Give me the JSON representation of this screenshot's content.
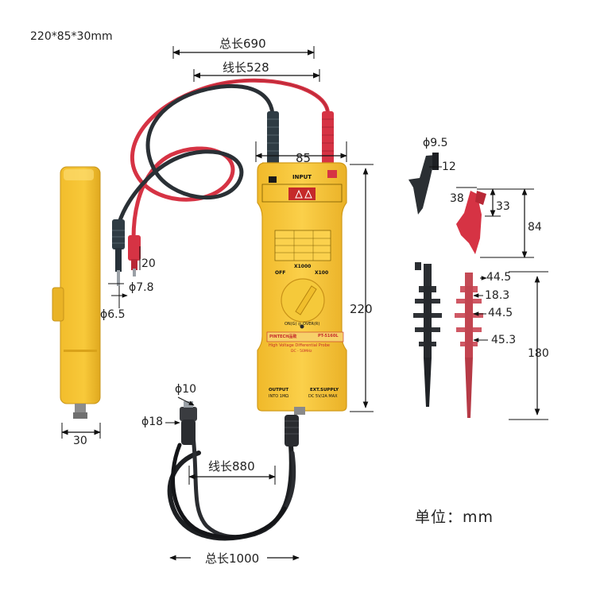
{
  "overall_size": "220*85*30mm",
  "unit_label": "单位：mm",
  "dimensions": {
    "total_length_top": "总长690",
    "lead_length": "线长528",
    "width_85": "85",
    "height_220": "220",
    "lead_tip_20": "20",
    "lead_phi_7_8": "ϕ7.8",
    "lead_phi_6_5": "ϕ6.5",
    "side_thickness_30": "30",
    "bnc_phi_10": "ϕ10",
    "bnc_phi_18": "ϕ18",
    "cable_length_880": "线长880",
    "total_length_bottom": "总长1000",
    "clip_phi_9_5": "ϕ9.5",
    "clip_12": "12",
    "clip_38": "38",
    "clip_33": "33",
    "clip_84": "84",
    "hook_44_5_a": "44.5",
    "hook_18_3": "18.3",
    "hook_44_5_b": "44.5",
    "hook_45_3": "45.3",
    "hook_180": "180"
  },
  "probe_panel": {
    "input_label": "INPUT",
    "switch_x1000": "X1000",
    "switch_x100": "X100",
    "switch_off": "OFF",
    "led_label": "ON(G) ◎ OVER(R)",
    "brand": "PINTECH品致",
    "model": "PT-5160L",
    "product_name": "High Voltage Differential Probe",
    "bandwidth": "DC - 50MHz",
    "output_label": "OUTPUT",
    "output_sub": "INTO 1MΩ",
    "supply_label": "EXT.SUPPLY",
    "supply_sub": "DC 5V/2A MAX"
  },
  "colors": {
    "probe_yellow": "#f6c531",
    "probe_edge": "#d9a219",
    "red_lead": "#d63344",
    "black_lead": "#2a3035",
    "cable": "#1d1f22"
  }
}
